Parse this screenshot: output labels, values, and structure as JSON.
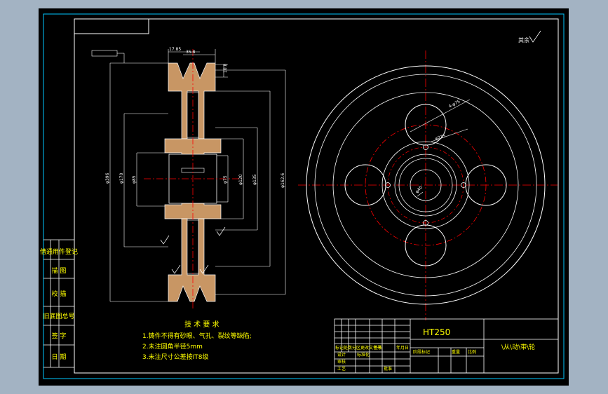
{
  "drawing": {
    "material": "HT250",
    "part_name": "\\从\\动\\带\\轮",
    "roughness_note": "其余"
  },
  "tech_req": {
    "title": "技 术 要 求",
    "items": [
      "1.铸件不得有砂眼、气孔、裂纹等缺陷;",
      "2.未注圆角半径5mm",
      "3.未注尺寸公差按IT8级"
    ]
  },
  "side_table": {
    "cells": [
      "借通用件登记",
      "描 图",
      "校 描",
      "旧底图总号",
      "签 字",
      "日 期"
    ]
  },
  "title_block": {
    "labels": [
      "标记处数分区更改文件号",
      "签名",
      "年月日",
      "设计",
      "标准化",
      "审核",
      "工艺",
      "批准",
      "阶段标记",
      "重量",
      "比例"
    ]
  },
  "dimensions": {
    "top_width": "17.85",
    "top_pitch": "35.8",
    "groove_depth": "10.8",
    "d_left_outer": "φ396",
    "d_left_2": "φ170",
    "d_left_3": "φ85",
    "d_mid_1": "φ75",
    "d_mid_2": "φ120",
    "d_mid_3": "φ135",
    "d_right_1": "φ162.6",
    "hole_pattern": "4-φ75",
    "hole_circle": "φ235",
    "center_d": "φ40"
  },
  "colors": {
    "frame": "#ffffff",
    "border": "#00c8ff",
    "center": "#ff0000",
    "section": "#c89664",
    "text_yellow": "#ffff00",
    "text_green": "#00ff00"
  }
}
